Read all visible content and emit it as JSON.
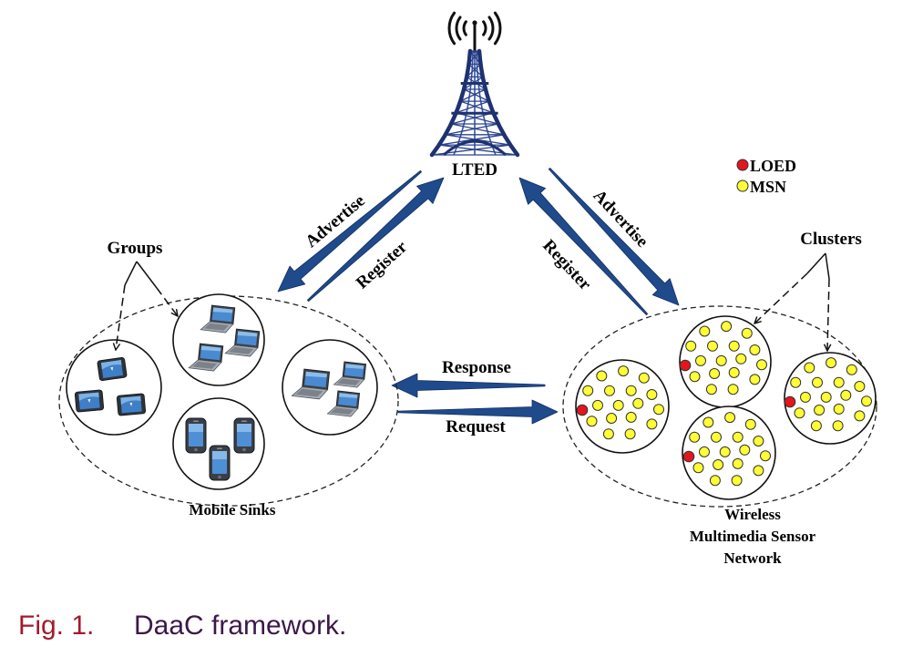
{
  "tower": {
    "label": "LTED",
    "icon": "cell-tower-icon"
  },
  "legend": [
    {
      "label": "LOED",
      "color": "#e3161d"
    },
    {
      "label": "MSN",
      "color": "#ffff33"
    }
  ],
  "links": {
    "left_advertise": "Advertise",
    "left_register": "Register",
    "right_advertise": "Advertise",
    "right_register": "Register",
    "response": "Response",
    "request": "Request",
    "color": "#1f4a8c"
  },
  "mobile_sinks": {
    "callout": "Groups",
    "label": "Mobile Sinks",
    "group_icons": [
      "tablet-icon",
      "laptop-icon",
      "laptop-icon",
      "phone-icon"
    ]
  },
  "sensor_network": {
    "callout": "Clusters",
    "label_lines": [
      "Wireless",
      "Multimedia Sensor",
      "Network"
    ]
  },
  "caption": {
    "number": "Fig. 1.",
    "text": "DaaC framework.",
    "number_color": "#a3192c",
    "text_color": "#3c1848"
  }
}
